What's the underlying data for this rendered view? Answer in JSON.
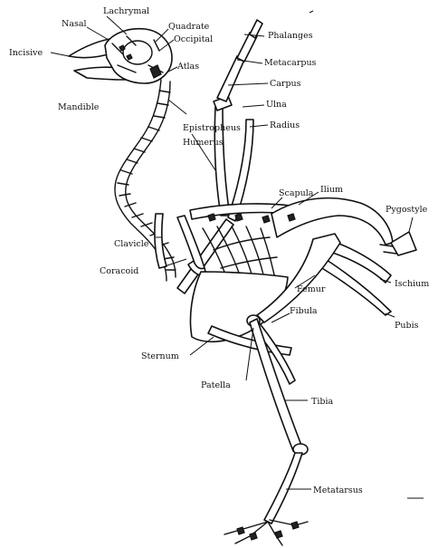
{
  "diagram": {
    "labels": {
      "incisive": "Incisive",
      "nasal": "Nasal",
      "lachrymal": "Lachrymal",
      "quadrate": "Quadrate",
      "occipital": "Occipital",
      "atlas": "Atlas",
      "mandible": "Mandible",
      "epistropheus": "Epistropheus",
      "humerus": "Humerus",
      "phalanges": "Phalanges",
      "metacarpus": "Metacarpus",
      "carpus": "Carpus",
      "ulna": "Ulna",
      "radius": "Radius",
      "scapula": "Scapula",
      "ilium": "Ilium",
      "pygostyle": "Pygostyle",
      "clavicle": "Clavicle",
      "coracoid": "Coracoid",
      "femur": "Femur",
      "ischium": "Ischium",
      "fibula": "Fibula",
      "pubis": "Pubis",
      "sternum": "Sternum",
      "patella": "Patella",
      "tibia": "Tibia",
      "metatarsus": "Metatarsus"
    }
  }
}
